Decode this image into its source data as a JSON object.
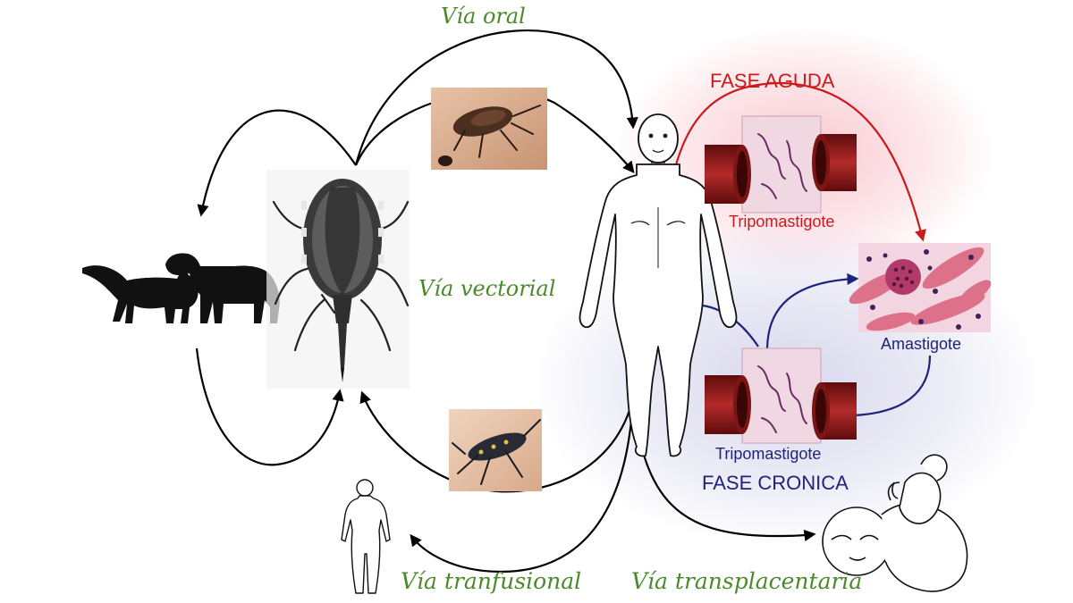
{
  "routes": {
    "oral": "Vía oral",
    "vectorial": "Vía vectorial",
    "transfusional": "Vía tranfusional",
    "transplacental": "Vía transplacentaria"
  },
  "phases": {
    "acute": "FASE AGUDA",
    "chronic": "FASE CRONICA"
  },
  "stages": {
    "acute_form": "Tripomastigote",
    "tissue_form": "Amastigote",
    "chronic_form": "Tripomastigote"
  },
  "colors": {
    "route_label": "#4a8a2a",
    "acute": "#cc1a1a",
    "chronic": "#1f237a",
    "arrow": "#000000",
    "vessel": "#9b1f1f",
    "tissue": "#e7a6bf"
  },
  "icons": [
    "cat-silhouette-icon",
    "dog-silhouette-icon",
    "triatomine-bug-icon",
    "human-body-icon",
    "small-human-icon",
    "infant-icon",
    "blood-vessel-icon",
    "tissue-micrograph-icon"
  ]
}
